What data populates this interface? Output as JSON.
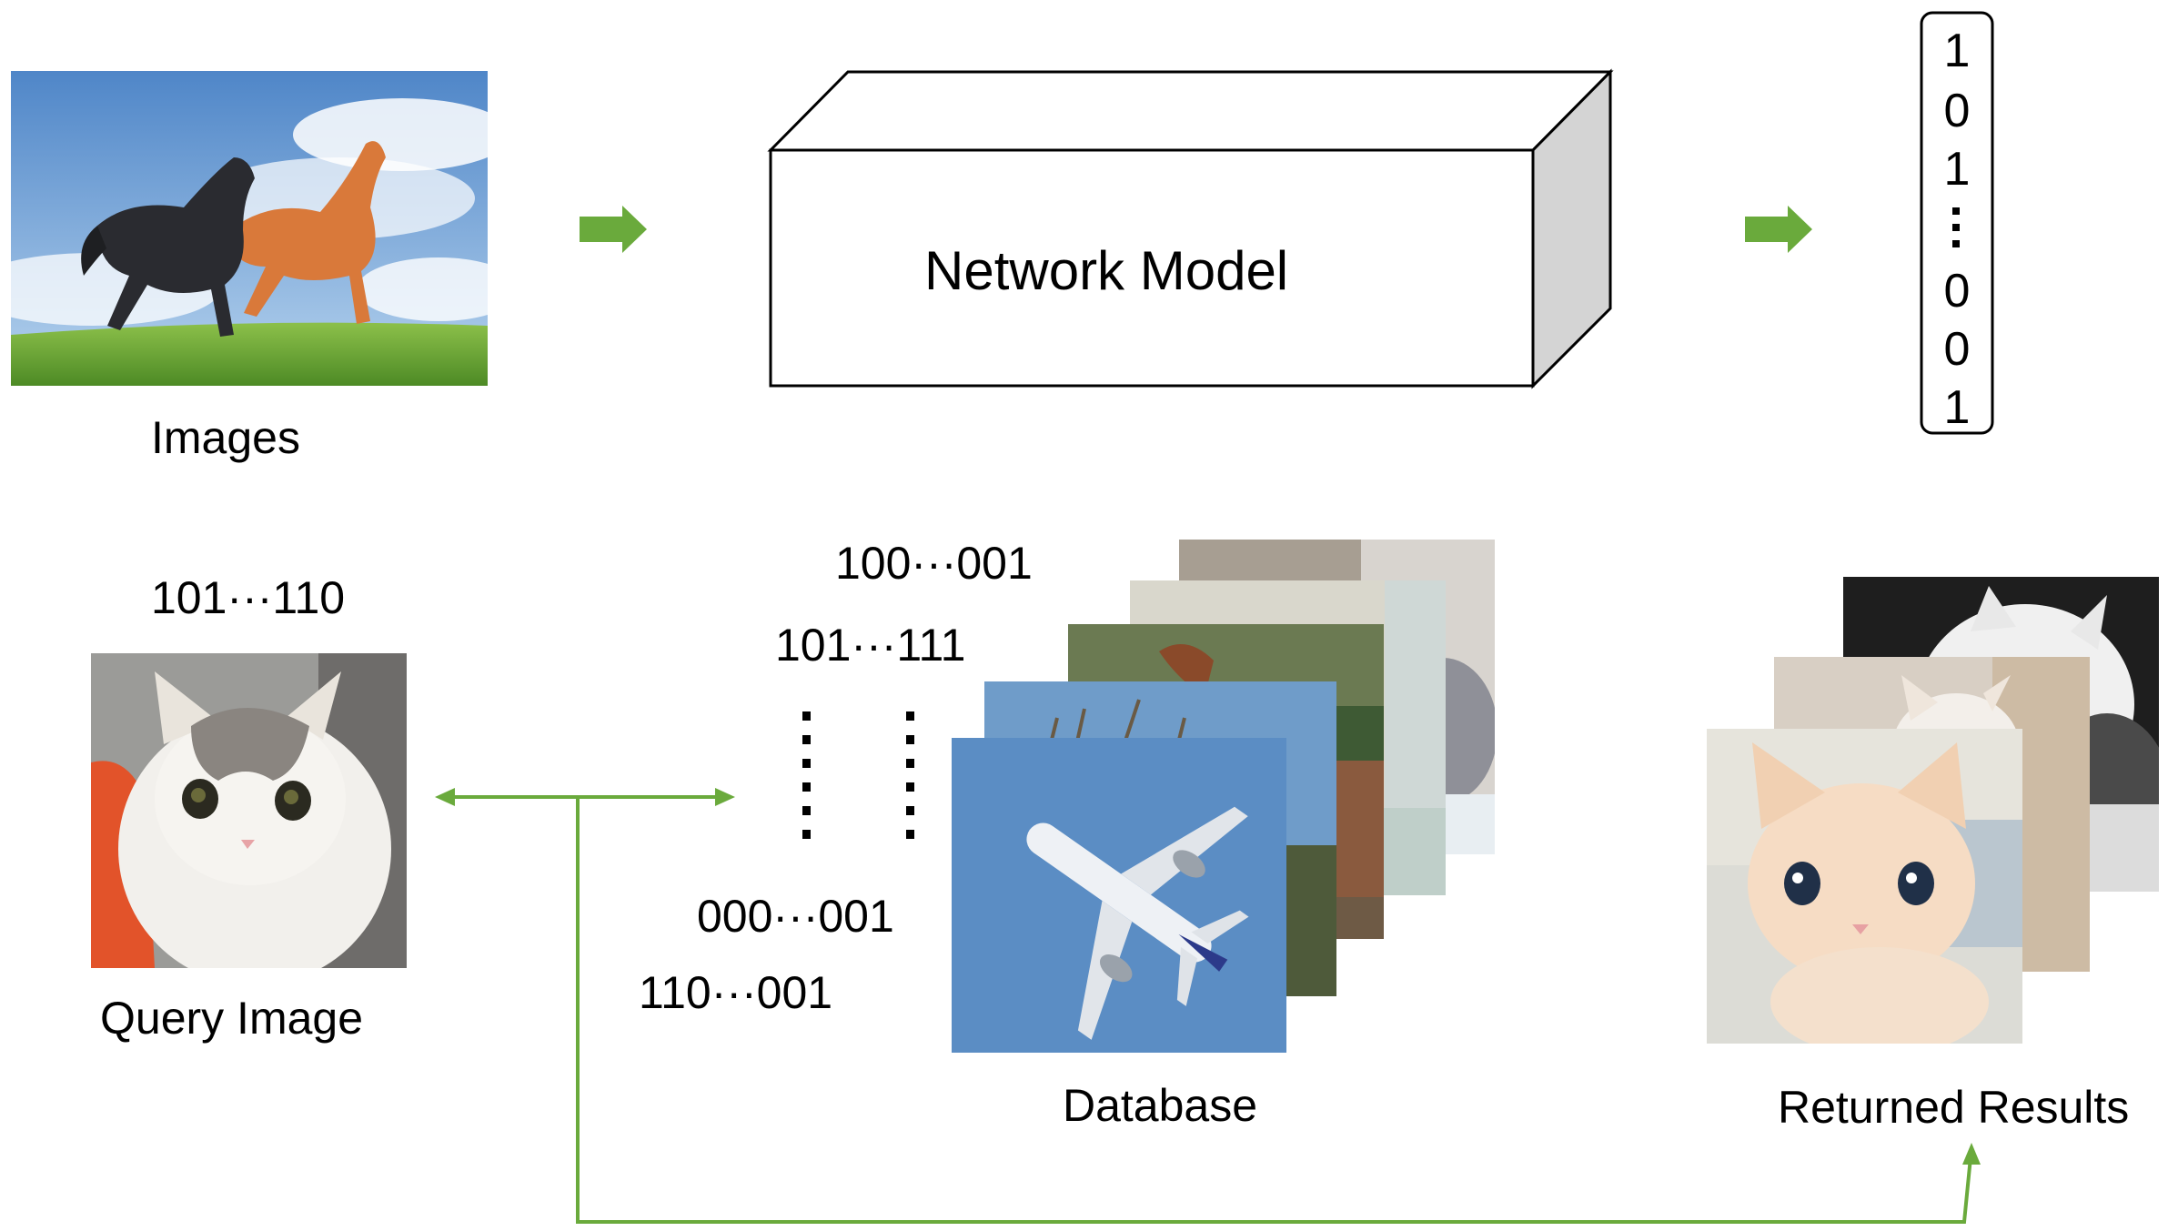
{
  "labels": {
    "images": "Images",
    "network_model": "Network Model",
    "query_image": "Query Image",
    "database": "Database",
    "returned_results": "Returned Results"
  },
  "hash_bits": [
    "1",
    "0",
    "1",
    "0",
    "0",
    "1"
  ],
  "query_code": "101···110",
  "database_codes": [
    "100···001",
    "101···111",
    "000···001",
    "110···001"
  ],
  "colors": {
    "arrow_green": "#6aaa3c",
    "box_side": "#d4d4d4",
    "stroke": "#000000"
  },
  "icons": {
    "flow_arrow": "right-arrow-icon",
    "vertical_ellipsis": "vertical-dots-icon"
  }
}
